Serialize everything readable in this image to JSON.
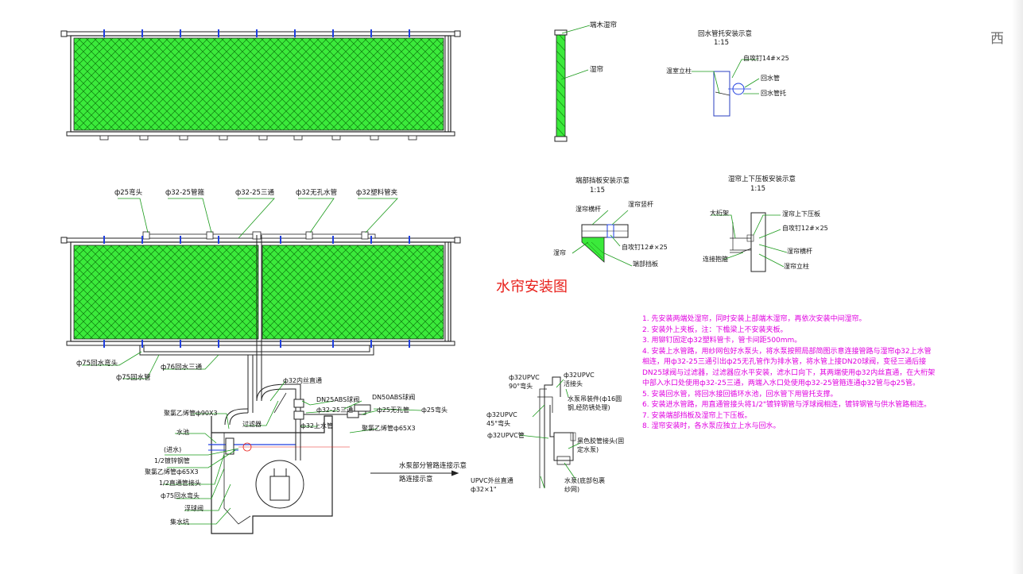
{
  "title": "水帘安装图",
  "side_char": "西",
  "colors": {
    "pad": "#3bea3b",
    "line": "#222222",
    "blue": "#1f3fe0",
    "note": "#e000e0",
    "title": "#e8201b",
    "leader": "#1a9a1a"
  },
  "top_panel": {
    "labels": []
  },
  "elevation": {
    "top_labels": [
      "ф25弯头",
      "ф32-25管箍",
      "ф32-25三通",
      "ф32无孔水管",
      "ф32塑料管夹"
    ],
    "bottom_labels": [
      "ф75回水弯头",
      "ф75回水管",
      "ф76回水三通"
    ]
  },
  "pipe_detail": {
    "labels": [
      "ф32内丝直通",
      "DN25ABS球阀",
      "DN50ABS球阀",
      "ф32-25三通",
      "ф25无孔管",
      "ф25弯头",
      "聚氯乙烯管ф90X3",
      "过滤器",
      "ф32上水管",
      "聚氯乙烯管ф65X3",
      "水池",
      "(进水)",
      "1/2镀锌钢管",
      "聚氯乙烯管ф65X3",
      "1/2直通管接头",
      "ф75回水弯头",
      "浮球阀",
      "集水坑"
    ],
    "arrow_label": "水泵部分管路连接示意",
    "arrow_label2": "路连接示意"
  },
  "side_view": {
    "labels": [
      "端木湿帘",
      "湿帘"
    ]
  },
  "bracket": {
    "title": "回水管托安装示意",
    "scale": "1:15",
    "labels": [
      "自攻钉14#×25",
      "温室立柱",
      "回水管",
      "回水管托"
    ]
  },
  "gutter": {
    "title": "端部挡板安装示意",
    "scale": "1:15",
    "labels": [
      "湿帘横杆",
      "湿帘竖杆",
      "自攻钉12#×25",
      "湿帘",
      "端部挡板"
    ]
  },
  "press": {
    "title": "湿帘上下压板安装示意",
    "scale": "1:15",
    "labels": [
      "大桁架",
      "湿帘上下压板",
      "自攻钉12#×25",
      "湿帘横杆",
      "湿帘立柱",
      "连接抱箍"
    ]
  },
  "pump": {
    "labels": [
      "ф32UPVC 90°弯头",
      "ф32UPVC 活接头",
      "水泵吊装件(ф16圆钢,经防锈处理)",
      "ф32UPVC 45°弯头",
      "ф32UPVC管",
      "黑色胶管接头(固定水泵)",
      "UPVC外丝直通 ф32×1\"",
      "水泵(底部包裹纱网)"
    ]
  },
  "notes": [
    "1. 先安装两端处湿帘，同时安装上部端木湿帘，再依次安装中间湿帘。",
    "2. 安装外上夹板，注：下檐梁上不安装夹板。",
    "3. 用铆钉固定ф32塑料管卡，管卡间距500mm。",
    "4. 安装上水管路，用纱网包好水泵头，将水泵按照局部简图示意连接管路与湿帘ф32上水管相连，用ф32-25三通引出ф25无孔管作为排水管，将水管上接DN20球阀，变径三通后接DN25球阀与过滤器，过滤器应水平安装，滤水口向下，其两端使用ф32内丝直通，在大桁架中部入水口处使用ф32-25三通，两端入水口处使用ф32-25管箍连通ф32管与ф25管。",
    "5. 安装回水管，将回水接回循环水池，回水管下用管托支撑。",
    "6. 安装进水管路，用直通管接头将1/2\"镀锌钢管与浮球阀相连，镀锌钢管与供水管路相连。",
    "7. 安装端部挡板及湿帘上下压板。",
    "8. 湿帘安装时，各水泵应独立上水与回水。"
  ]
}
